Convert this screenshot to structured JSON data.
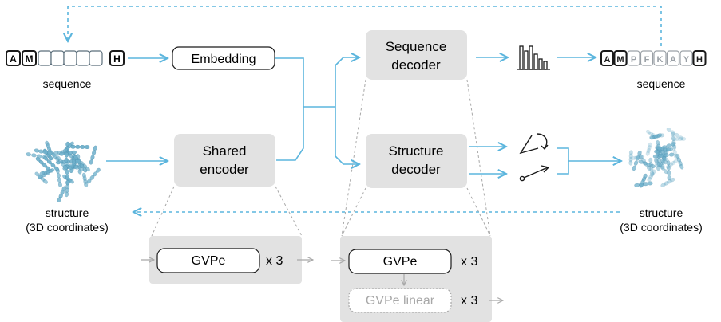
{
  "sequence_input": {
    "tokens": [
      "A",
      "M",
      "",
      "",
      "",
      "",
      "",
      "H"
    ],
    "label": "sequence"
  },
  "sequence_output": {
    "tokens": [
      "A",
      "M",
      "P",
      "F",
      "K",
      "A",
      "Y",
      "H"
    ],
    "label": "sequence"
  },
  "structure_input": {
    "label_line1": "structure",
    "label_line2": "(3D coordinates)",
    "icon": "protein-structure-icon"
  },
  "structure_output": {
    "label_line1": "structure",
    "label_line2": "(3D coordinates)",
    "icon": "protein-structure-icon"
  },
  "blocks": {
    "embedding": "Embedding",
    "shared_encoder_line1": "Shared",
    "shared_encoder_line2": "encoder",
    "sequence_decoder_line1": "Sequence",
    "sequence_decoder_line2": "decoder",
    "structure_decoder_line1": "Structure",
    "structure_decoder_line2": "decoder"
  },
  "encoder_detail": {
    "layer": "GVPe",
    "repeat": "x 3"
  },
  "decoder_detail": {
    "layer": "GVPe",
    "layer_repeat": "x 3",
    "linear": "GVPe linear",
    "linear_repeat": "x 3"
  },
  "icons": {
    "logits": "bar-chart-icon",
    "rotation": "rotation-icon",
    "translation": "translation-icon"
  },
  "colors": {
    "arrow": "#5bb5dd",
    "block_fill": "#e2e2e2",
    "protein": "#6fb1cc",
    "muted": "#a8a8a8"
  }
}
